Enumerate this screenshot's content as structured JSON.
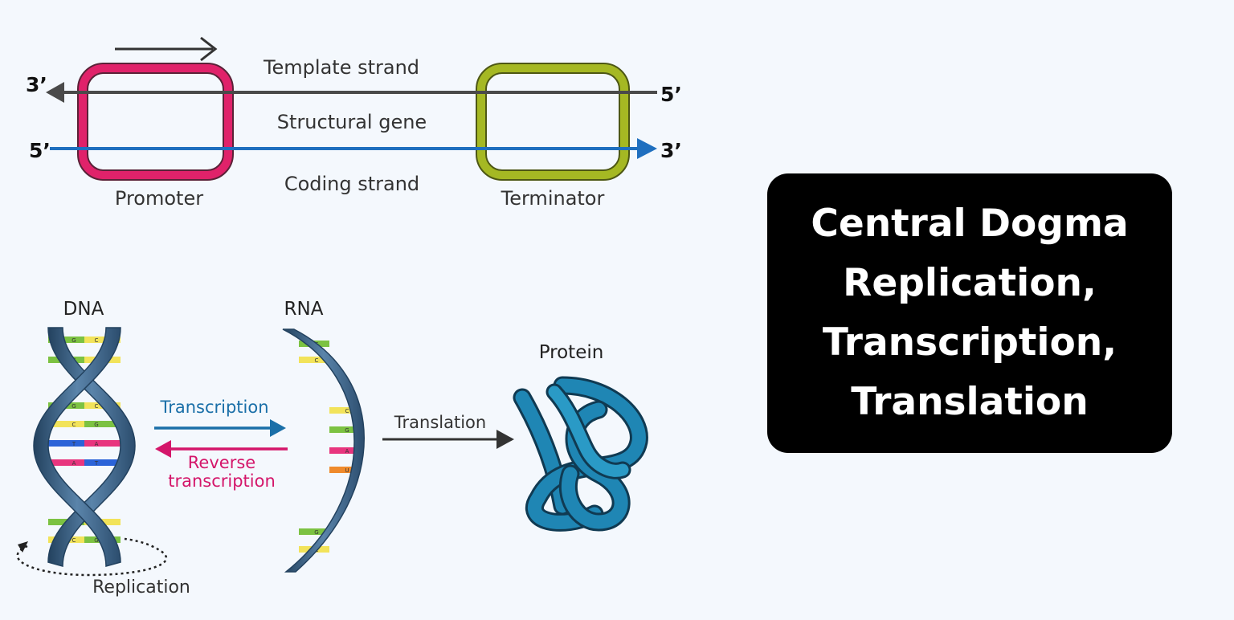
{
  "gene_diagram": {
    "template_strand": "Template strand",
    "structural_gene": "Structural gene",
    "coding_strand": "Coding strand",
    "promoter": "Promoter",
    "terminator": "Terminator",
    "template_left_end": "3’",
    "template_right_end": "5’",
    "coding_left_end": "5’",
    "coding_right_end": "3’"
  },
  "dogma_diagram": {
    "dna": "DNA",
    "rna": "RNA",
    "protein": "Protein",
    "transcription": "Transcription",
    "reverse_line1": "Reverse",
    "reverse_line2": "transcription",
    "translation": "Translation",
    "replication": "Replication",
    "dna_bases": [
      {
        "left": "G",
        "right": "C"
      },
      {
        "left": "G",
        "right": "C"
      },
      {
        "left": "G",
        "right": "C"
      },
      {
        "left": "C",
        "right": "G"
      },
      {
        "left": "T",
        "right": "A"
      },
      {
        "left": "A",
        "right": "T"
      },
      {
        "left": "G",
        "right": "C"
      },
      {
        "left": "C",
        "right": "G"
      }
    ],
    "rna_bases": [
      "G",
      "C",
      "C",
      "G",
      "A",
      "U",
      "G",
      "C"
    ]
  },
  "title_card": {
    "line1": "Central Dogma",
    "line2": "Replication,",
    "line3": "Transcription,",
    "line4": "Translation"
  },
  "colors": {
    "template_arrow": "#4a4a4a",
    "coding_arrow": "#1f6fbf",
    "promoter": "#d81b60",
    "terminator": "#9aad1c",
    "helix": "#3f6285",
    "transcription": "#1a6fa8",
    "reverse_transcription": "#d4166a",
    "protein": "#1f86b4",
    "card_background": "#000000"
  }
}
